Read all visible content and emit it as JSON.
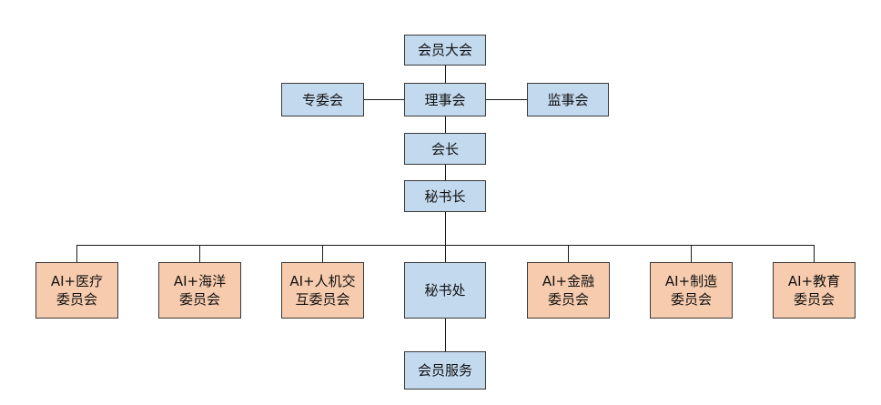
{
  "colors": {
    "governance_fill": "#c3d9ee",
    "committee_fill": "#f7ccae",
    "border": "#3a3a3a",
    "connector": "#1a1a1a"
  },
  "nodes": {
    "general_assembly": "会员大会",
    "council": "理事会",
    "special_committee": "专委会",
    "supervisory_board": "监事会",
    "president": "会长",
    "secretary_general": "秘书长",
    "secretariat": "秘书处",
    "member_services": "会员服务",
    "committees": [
      [
        "AI+医疗",
        "委员会"
      ],
      [
        "AI+海洋",
        "委员会"
      ],
      [
        "AI+人机交",
        "互委员会"
      ],
      [
        "AI+金融",
        "委员会"
      ],
      [
        "AI+制造",
        "委员会"
      ],
      [
        "AI+教育",
        "委员会"
      ]
    ]
  }
}
